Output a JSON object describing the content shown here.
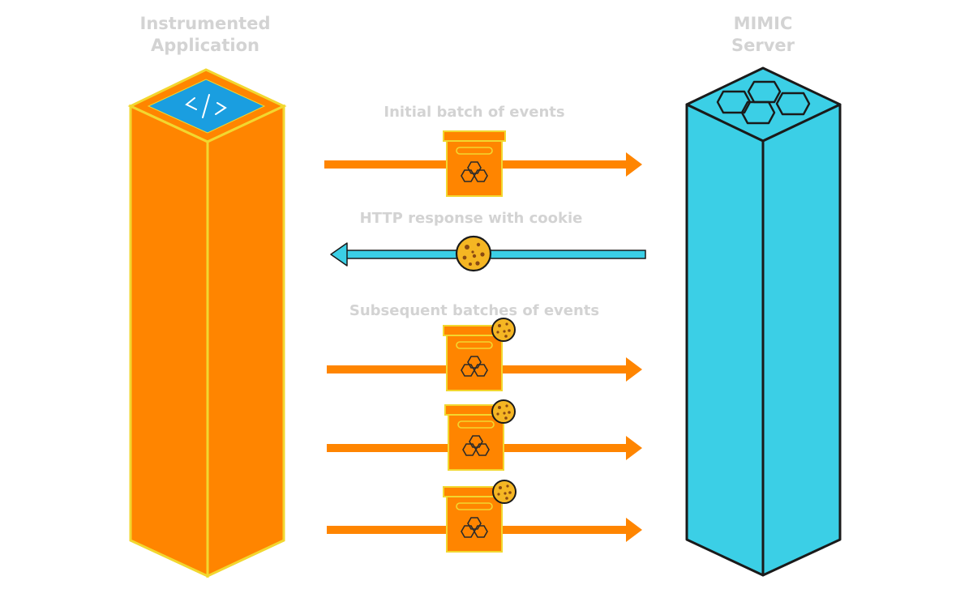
{
  "nodes": {
    "app": {
      "title_line1": "Instrumented",
      "title_line2": "Application",
      "color": "#ff8500",
      "outline": "#f2d72f",
      "icon": "code-icon"
    },
    "server": {
      "title_line1": "MIMIC",
      "title_line2": "Server",
      "color": "#3bcfe6",
      "outline": "#1a1a1a",
      "icon": "hexagon-cluster-icon"
    }
  },
  "flows": [
    {
      "label": "Initial batch of events",
      "direction": "app-to-server",
      "payload": "event-box-icon",
      "cookie": false
    },
    {
      "label": "HTTP response with cookie",
      "direction": "server-to-app",
      "payload": "cookie-icon"
    },
    {
      "label": "Subsequent batches of events",
      "direction": "app-to-server",
      "payload": "event-box-icon",
      "cookie": true,
      "count": 3
    }
  ],
  "colors": {
    "arrow_request": "#ff8500",
    "arrow_response": "#3bcfe6",
    "label": "#d3d3d3",
    "cookie": "#f5b623"
  }
}
